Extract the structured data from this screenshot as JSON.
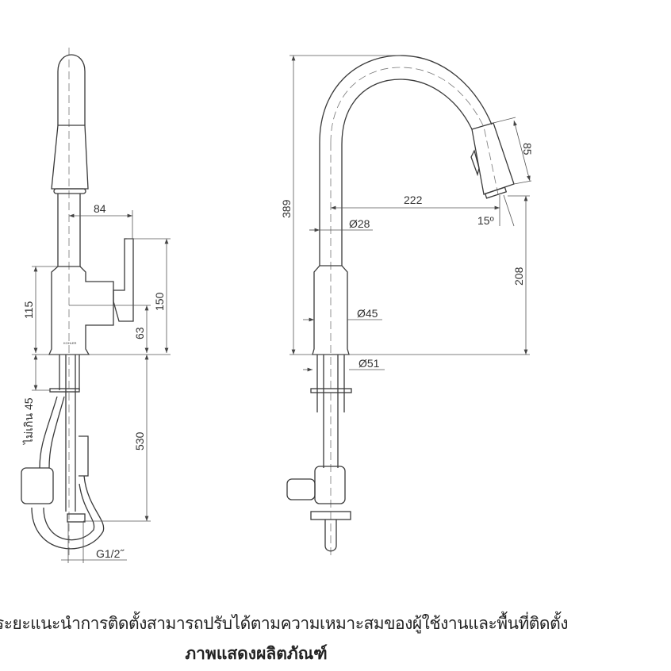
{
  "side_view": {
    "dims": {
      "handle_offset": "84",
      "body_height": "115",
      "handle_height": "150",
      "handle_axis_height": "63",
      "max_thickness": "ไม่เกิน 45",
      "under_length": "530",
      "thread": "G1/2˝"
    },
    "brand_mark": "KOHLER"
  },
  "front_view": {
    "dims": {
      "total_height": "389",
      "reach": "222",
      "spout_diameter": "Ø28",
      "angle": "15º",
      "sprayhead_length": "85",
      "clearance": "208",
      "body_diameter": "Ø45",
      "base_diameter": "Ø51"
    }
  },
  "note": "ระยะแนะนำการติดตั้งสามารถปรับได้ตามความเหมาะสมของผู้ใช้งานและพื้นที่ติดตั้ง",
  "caption": "ภาพแสดงผลิตภัณฑ์"
}
